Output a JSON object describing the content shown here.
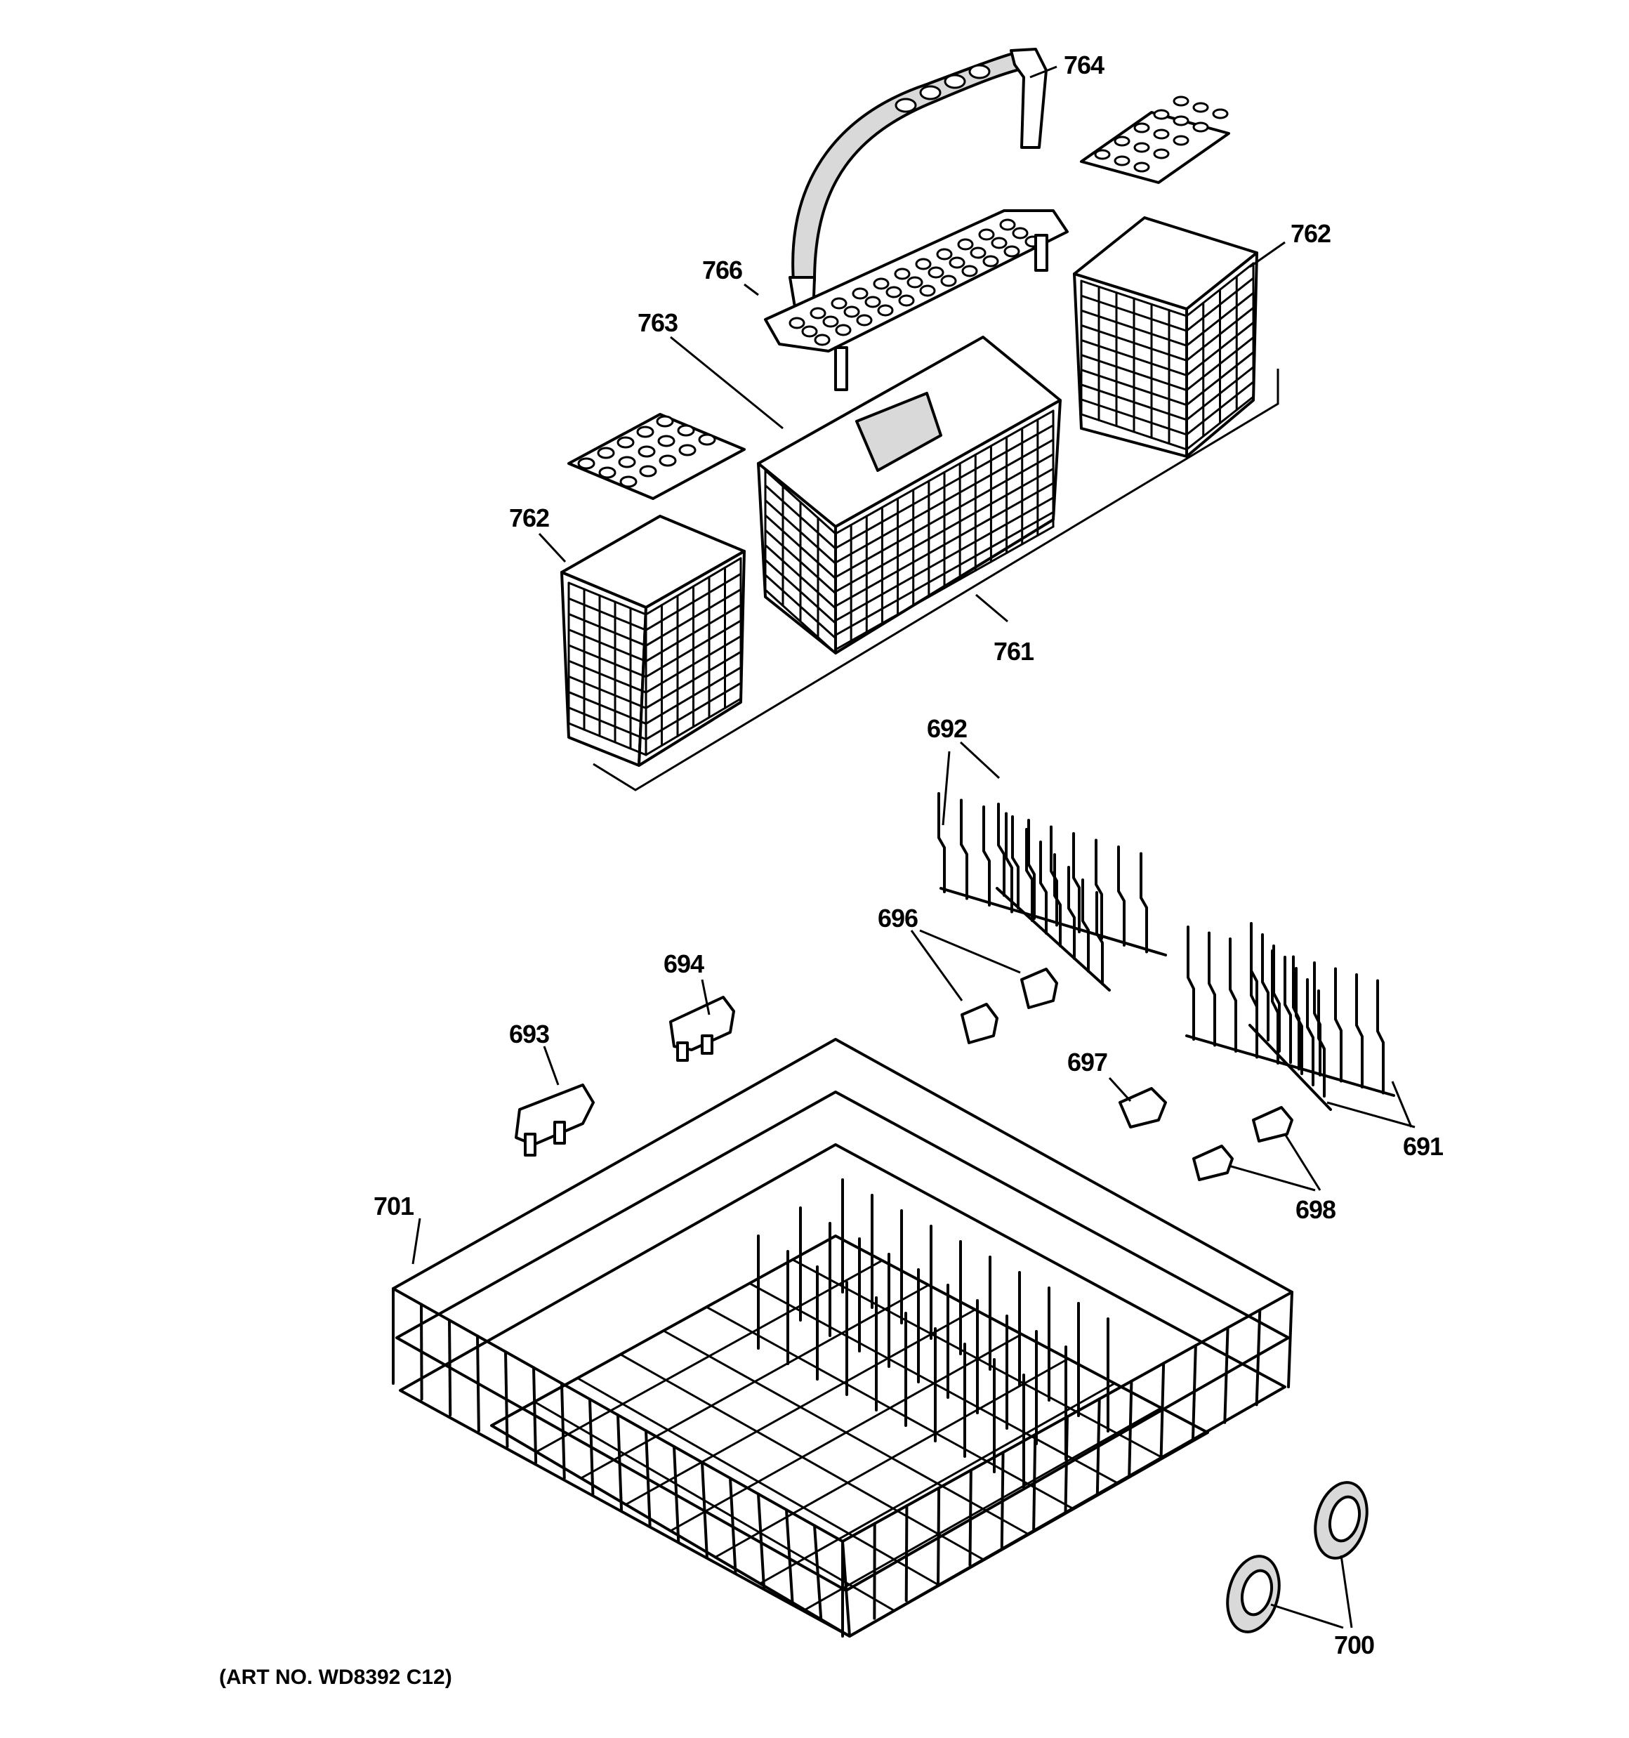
{
  "diagram": {
    "art_number": "(ART NO. WD8392 C12)",
    "callouts": [
      {
        "id": "c764",
        "label": "764"
      },
      {
        "id": "c762a",
        "label": "762"
      },
      {
        "id": "c766",
        "label": "766"
      },
      {
        "id": "c763",
        "label": "763"
      },
      {
        "id": "c762b",
        "label": "762"
      },
      {
        "id": "c761",
        "label": "761"
      },
      {
        "id": "c692",
        "label": "692"
      },
      {
        "id": "c696",
        "label": "696"
      },
      {
        "id": "c694",
        "label": "694"
      },
      {
        "id": "c693",
        "label": "693"
      },
      {
        "id": "c697",
        "label": "697"
      },
      {
        "id": "c691",
        "label": "691"
      },
      {
        "id": "c701",
        "label": "701"
      },
      {
        "id": "c698",
        "label": "698"
      },
      {
        "id": "c700",
        "label": "700"
      }
    ]
  }
}
